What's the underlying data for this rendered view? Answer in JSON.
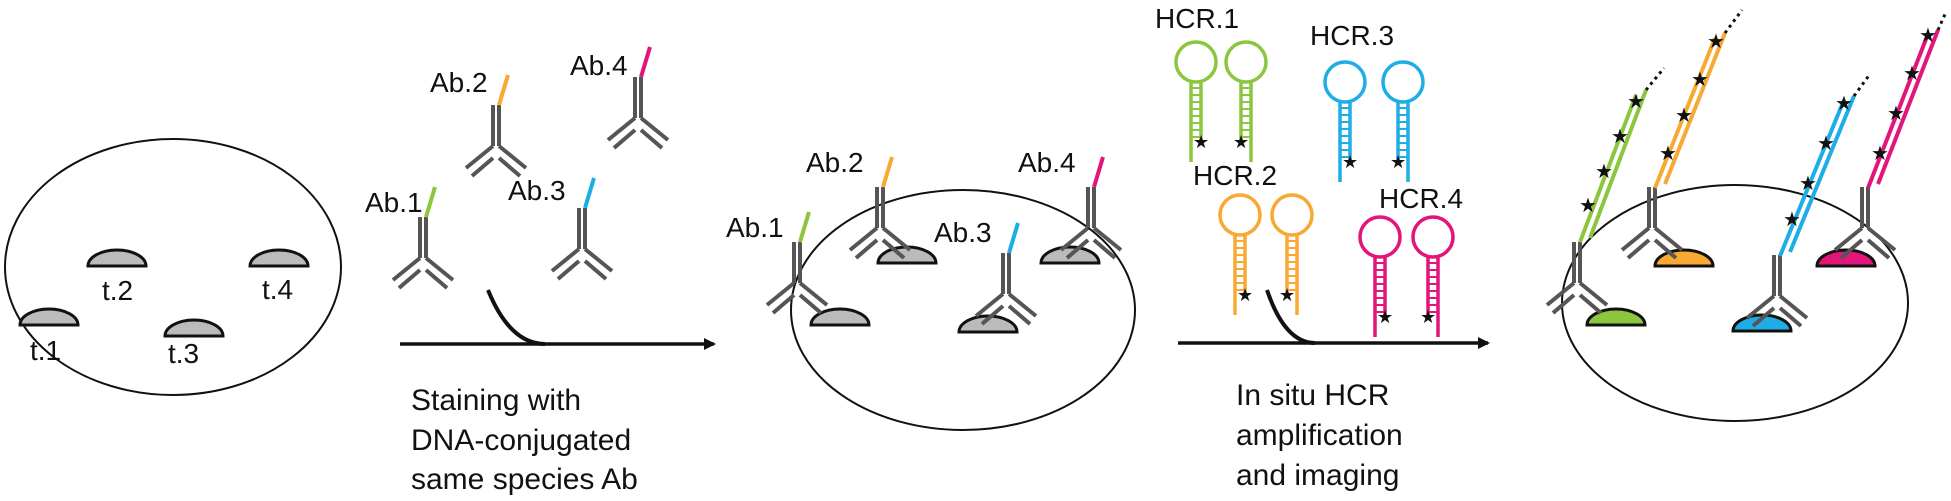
{
  "colors": {
    "ab1": "#8cc63f",
    "ab2": "#f7a933",
    "ab3": "#1eaee5",
    "ab4": "#e2157a",
    "antibody": "#555555",
    "target_fill": "#bbbbbb",
    "outline": "#111111"
  },
  "stage1": {
    "targets": [
      {
        "label": "t.1"
      },
      {
        "label": "t.2"
      },
      {
        "label": "t.3"
      },
      {
        "label": "t.4"
      }
    ]
  },
  "step1": {
    "antibodies": [
      {
        "label": "Ab.1"
      },
      {
        "label": "Ab.2"
      },
      {
        "label": "Ab.3"
      },
      {
        "label": "Ab.4"
      }
    ],
    "caption": [
      "Staining with",
      "DNA-conjugated",
      "same species Ab"
    ]
  },
  "stage2": {
    "antibodies": [
      {
        "label": "Ab.1"
      },
      {
        "label": "Ab.2"
      },
      {
        "label": "Ab.3"
      },
      {
        "label": "Ab.4"
      }
    ]
  },
  "step2": {
    "hairpins": [
      {
        "label": "HCR.1"
      },
      {
        "label": "HCR.2"
      },
      {
        "label": "HCR.3"
      },
      {
        "label": "HCR.4"
      }
    ],
    "caption": [
      "In situ HCR",
      "amplification",
      "and imaging"
    ]
  }
}
